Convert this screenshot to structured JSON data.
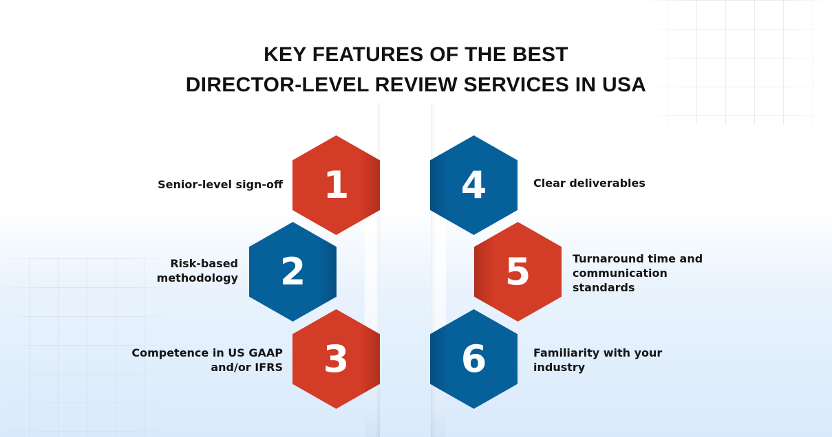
{
  "title": {
    "line1": "KEY FEATURES OF THE BEST",
    "line2": "DIRECTOR-LEVEL REVIEW SERVICES IN USA"
  },
  "colors": {
    "red": "#d33c26",
    "blue": "#06609a",
    "text": "#141414",
    "background_top": "#ffffff",
    "background_bottom": "#d9eafc"
  },
  "features": [
    {
      "number": "1",
      "color": "red",
      "label_line1": "Senior-level sign-off",
      "label_line2": "",
      "label_line3": ""
    },
    {
      "number": "2",
      "color": "blue",
      "label_line1": "Risk-based",
      "label_line2": "methodology",
      "label_line3": ""
    },
    {
      "number": "3",
      "color": "red",
      "label_line1": "Competence in US GAAP",
      "label_line2": "and/or IFRS",
      "label_line3": ""
    },
    {
      "number": "4",
      "color": "blue",
      "label_line1": "Clear deliverables",
      "label_line2": "",
      "label_line3": ""
    },
    {
      "number": "5",
      "color": "red",
      "label_line1": "Turnaround time and",
      "label_line2": "communication",
      "label_line3": "standards"
    },
    {
      "number": "6",
      "color": "blue",
      "label_line1": "Familiarity with your",
      "label_line2": "industry",
      "label_line3": ""
    }
  ]
}
